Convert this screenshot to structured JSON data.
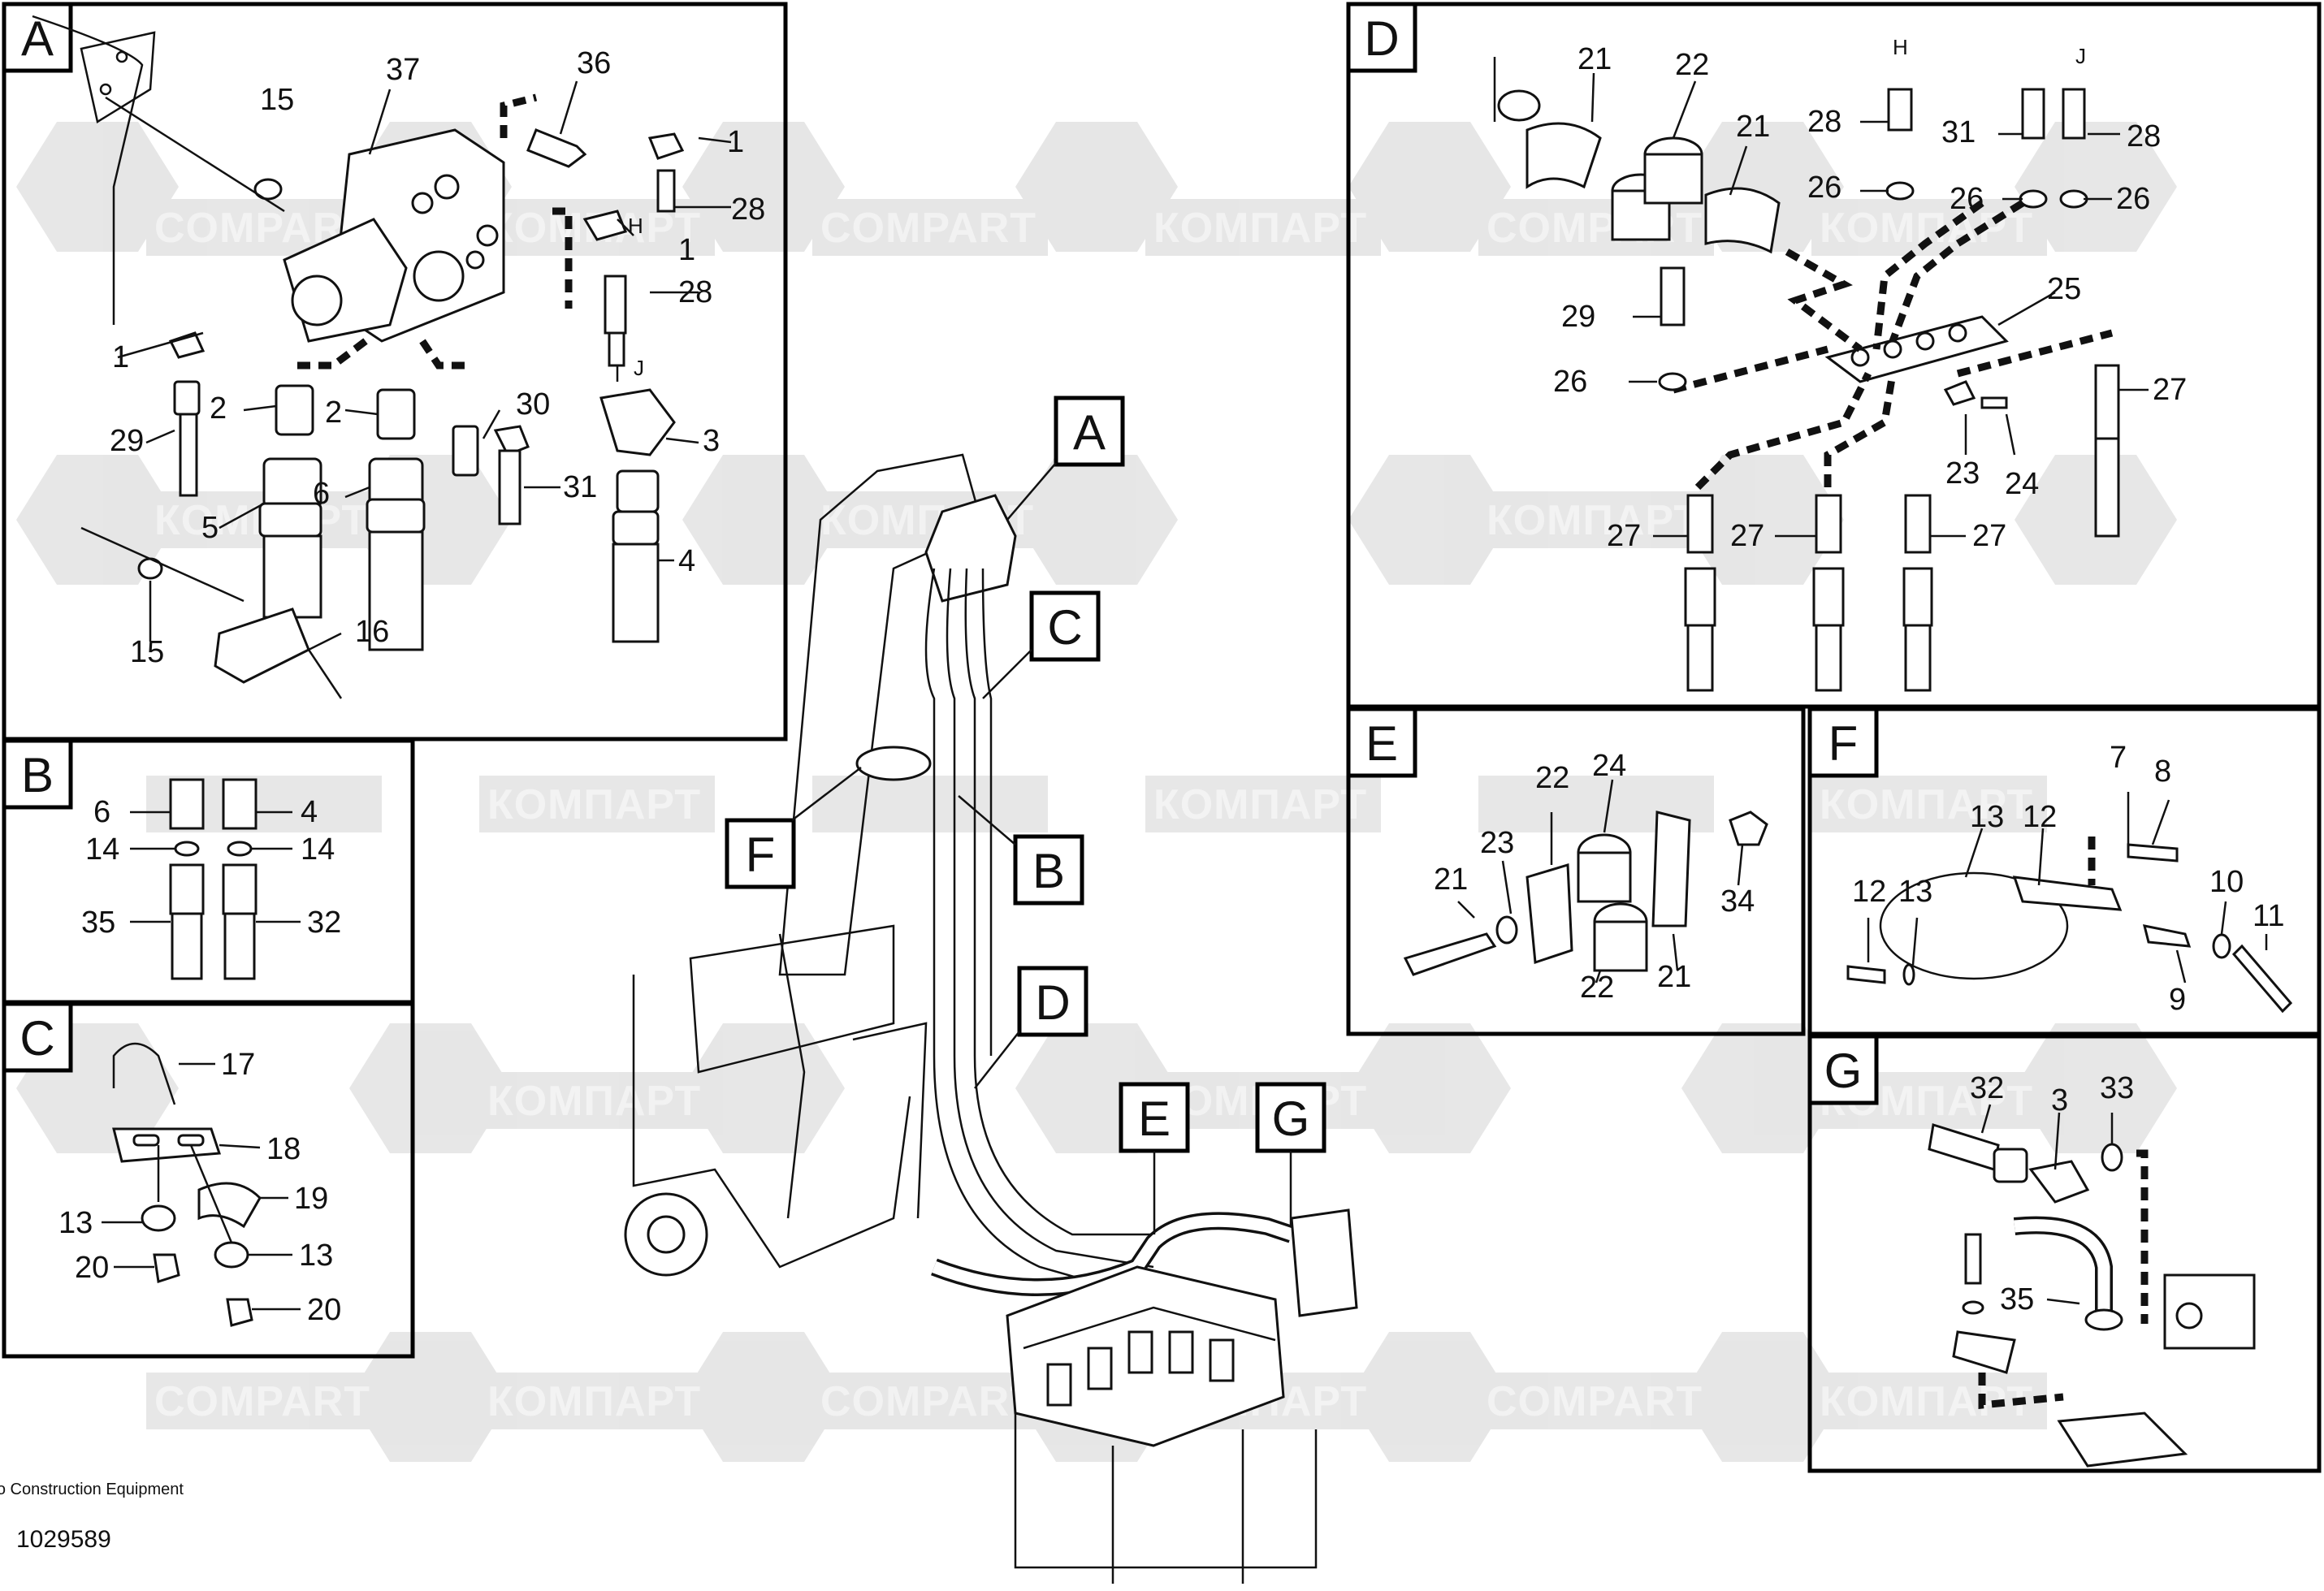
{
  "callouts": {
    "A": "A",
    "B": "B",
    "C": "C",
    "D": "D",
    "E": "E",
    "F": "F",
    "G": "G"
  },
  "panel_A": {
    "tag": "A",
    "parts": [
      "37",
      "36",
      "15",
      "1",
      "28",
      "H",
      "1",
      "28",
      "J",
      "1",
      "2",
      "2",
      "29",
      "30",
      "3",
      "6",
      "31",
      "5",
      "4",
      "15",
      "16"
    ]
  },
  "panel_B": {
    "tag": "B",
    "parts": [
      "6",
      "4",
      "14",
      "14",
      "35",
      "32"
    ]
  },
  "panel_C": {
    "tag": "C",
    "parts": [
      "17",
      "18",
      "19",
      "13",
      "13",
      "20",
      "20"
    ]
  },
  "panel_D": {
    "tag": "D",
    "parts": [
      "21",
      "22",
      "21",
      "H",
      "28",
      "J",
      "31",
      "28",
      "26",
      "26",
      "26",
      "25",
      "29",
      "26",
      "27",
      "23",
      "24",
      "27",
      "27",
      "27"
    ]
  },
  "panel_E": {
    "tag": "E",
    "parts": [
      "21",
      "22",
      "24",
      "23",
      "34",
      "22",
      "21"
    ]
  },
  "panel_F": {
    "tag": "F",
    "parts": [
      "13",
      "12",
      "7",
      "8",
      "12",
      "13",
      "10",
      "11",
      "9"
    ]
  },
  "panel_G": {
    "tag": "G",
    "parts": [
      "32",
      "3",
      "33",
      "35"
    ]
  },
  "watermarks": [
    "COMPART",
    "КОМПАРТ"
  ],
  "footer": {
    "company": "Volvo Construction Equipment",
    "number": "1029589"
  }
}
